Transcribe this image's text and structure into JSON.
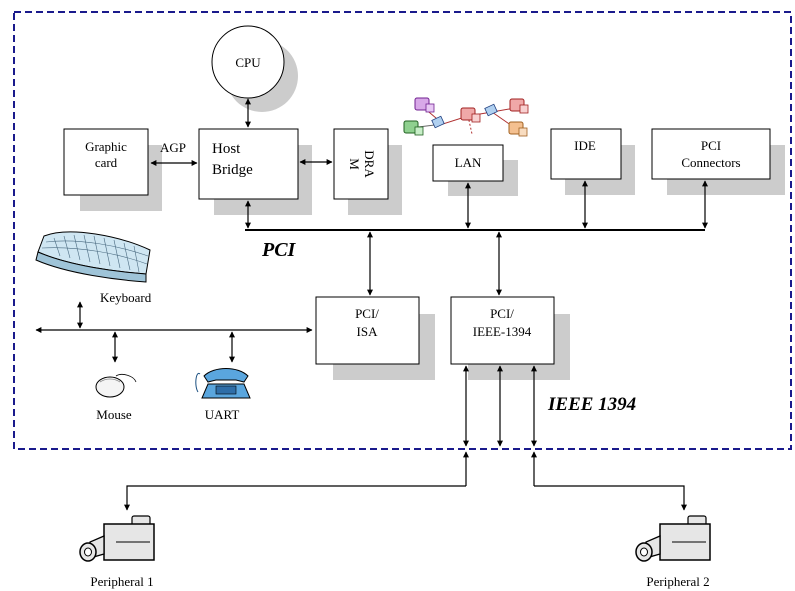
{
  "labels": {
    "cpu": "CPU",
    "graphic_card_line1": "Graphic",
    "graphic_card_line2": "card",
    "agp": "AGP",
    "host_bridge_line1": "Host",
    "host_bridge_line2": "Bridge",
    "dram_line1": "DRA",
    "dram_line2": "M",
    "lan": "LAN",
    "ide": "IDE",
    "pci_connectors_line1": "PCI",
    "pci_connectors_line2": "Connectors",
    "pci_bus": "PCI",
    "keyboard": "Keyboard",
    "pci_isa_line1": "PCI/",
    "pci_isa_line2": "ISA",
    "pci_ieee_line1": "PCI/",
    "pci_ieee_line2": "IEEE-1394",
    "mouse": "Mouse",
    "uart": "UART",
    "ieee_bus": "IEEE 1394",
    "peripheral_1": "Peripheral 1",
    "peripheral_2": "Peripheral 2"
  },
  "colors": {
    "boundary": "#1a1a8c",
    "shadow": "#cccccc",
    "keyboard_fill": "#cfe6f2",
    "phone_fill": "#5aa6de"
  },
  "icons": [
    "keyboard-icon",
    "mouse-icon",
    "telephone-icon",
    "network-computers-icon",
    "camera-icon"
  ]
}
